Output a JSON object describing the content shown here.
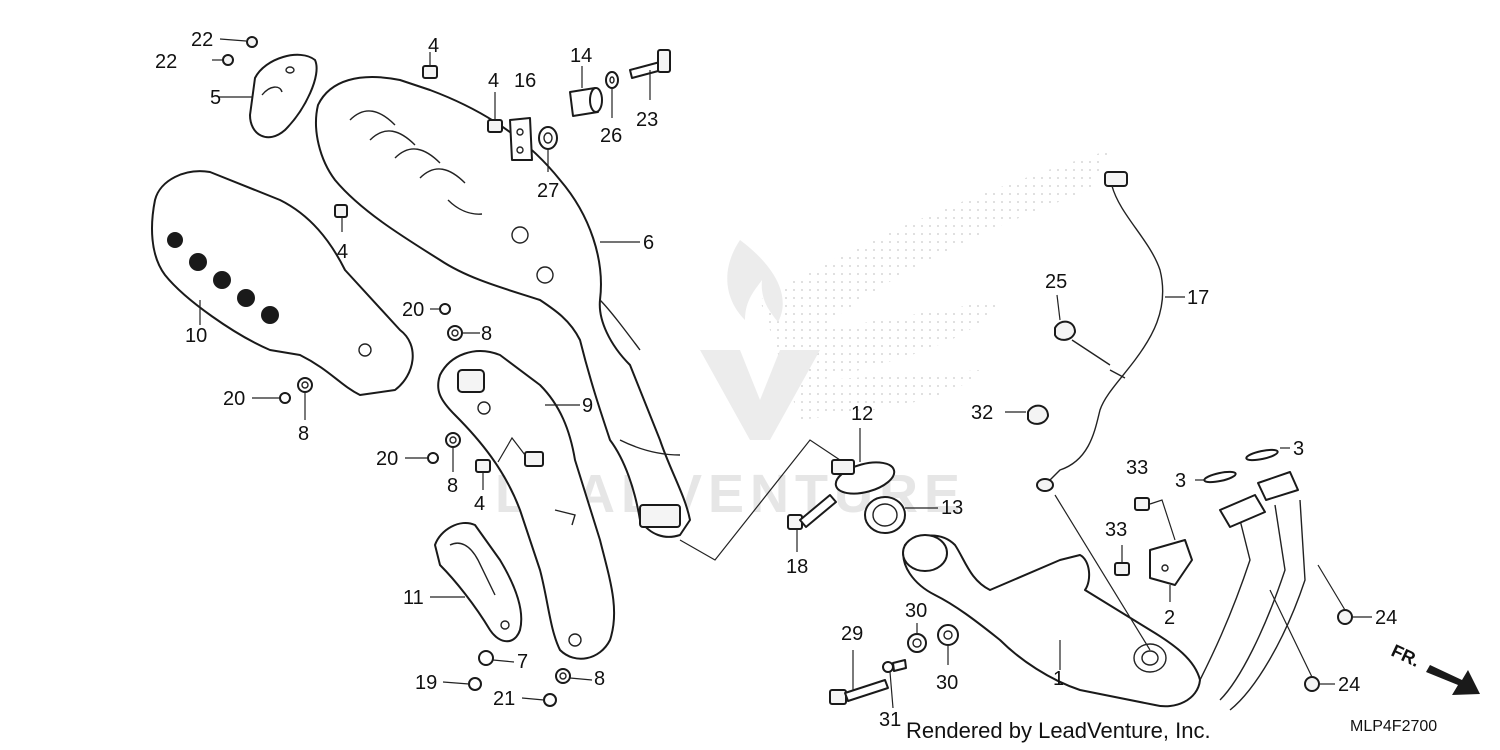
{
  "diagram": {
    "part_numbers": [
      "1",
      "2",
      "3",
      "4",
      "5",
      "6",
      "7",
      "8",
      "9",
      "10",
      "11",
      "12",
      "13",
      "14",
      "16",
      "17",
      "18",
      "19",
      "20",
      "21",
      "22",
      "23",
      "24",
      "25",
      "26",
      "27",
      "29",
      "30",
      "31",
      "32",
      "33"
    ],
    "watermark": "LEADVENTURE",
    "credit": "Rendered by LeadVenture, Inc.",
    "diagram_code": "MLP4F2700",
    "direction_marker": "FR."
  }
}
